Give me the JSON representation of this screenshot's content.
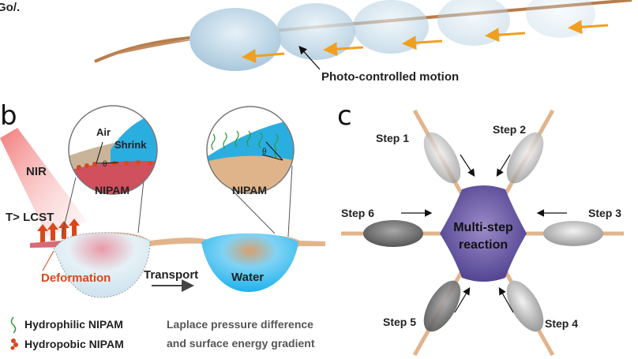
{
  "panel_a": {
    "cut_label": "Go/.",
    "caption": "Photo-controlled motion"
  },
  "panel_b": {
    "letter": "b",
    "nir": "NIR",
    "temperature": "T> LCST",
    "deformation": "Deformation",
    "air": "Air",
    "shrink": "Shrink",
    "theta_left": "θ",
    "theta_right": "θ",
    "nipam_left": "NIPAM",
    "nipam_right": "NIPAM",
    "transport": "Transport",
    "water": "Water",
    "legend": [
      {
        "label": "Hydrophilic NIPAM",
        "color": "#2a9d3a"
      },
      {
        "label": "Hydropobic NIPAM",
        "color": "#d9481c"
      }
    ],
    "mechanism_line1": "Laplace pressure difference",
    "mechanism_line2": "and surface energy gradient"
  },
  "panel_c": {
    "letter": "c",
    "center_line1": "Multi-step",
    "center_line2": "reaction",
    "steps": [
      "Step 1",
      "Step 2",
      "Step 3",
      "Step 4",
      "Step 5",
      "Step 6"
    ]
  },
  "colors": {
    "fiber": "#e2b48c",
    "water": "#3cc3f0",
    "nir": "#f28a8a",
    "hub": "#5b4a9a",
    "arrow_orange": "#f0a020"
  }
}
